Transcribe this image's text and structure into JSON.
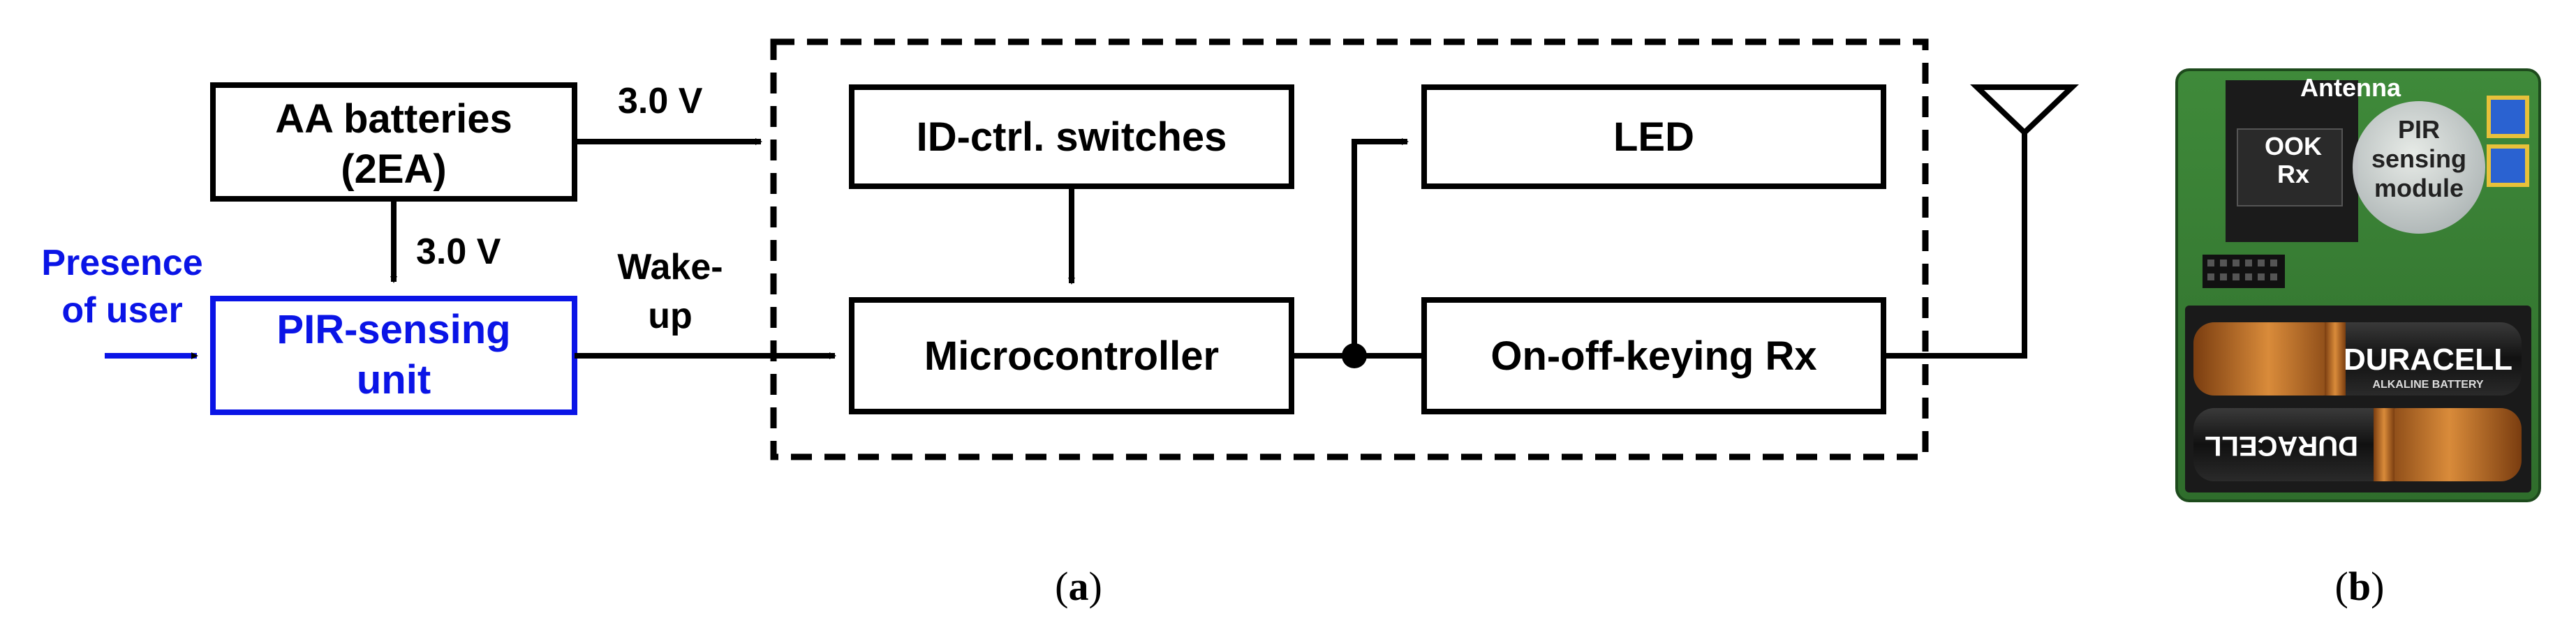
{
  "diagram": {
    "blocks": {
      "batteries": {
        "line1": "AA batteries",
        "line2": "(2EA)"
      },
      "pir_unit": {
        "line1": "PIR-sensing",
        "line2": "unit"
      },
      "id_switches": {
        "label": "ID-ctrl. switches"
      },
      "microcontroller": {
        "label": "Microcontroller"
      },
      "led": {
        "label": "LED"
      },
      "ook_rx": {
        "label": "On-off-keying Rx"
      }
    },
    "edge_labels": {
      "battery_to_module": "3.0 V",
      "battery_to_pir": "3.0 V",
      "wakeup_line1": "Wake-",
      "wakeup_line2": "up",
      "presence_line1": "Presence",
      "presence_line2": "of user"
    },
    "colors": {
      "pir_unit": "#0a14e6",
      "lines": "#000000"
    }
  },
  "photo": {
    "labels": {
      "antenna": "Antenna",
      "ook_line1": "OOK",
      "ook_line2": "Rx",
      "pir_line1": "PIR",
      "pir_line2": "sensing",
      "pir_line3": "module"
    },
    "battery_brand": "DURACELL",
    "battery_sub": "ALKALINE BATTERY"
  },
  "captions": {
    "a": {
      "open": "(",
      "letter": "a",
      "close": ")"
    },
    "b": {
      "open": "(",
      "letter": "b",
      "close": ")"
    }
  }
}
